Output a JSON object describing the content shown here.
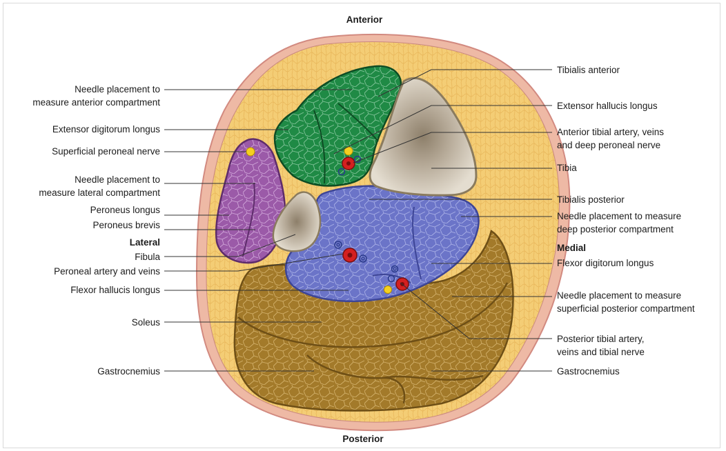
{
  "orientation": {
    "anterior": "Anterior",
    "posterior": "Posterior",
    "lateral": "Lateral",
    "medial": "Medial"
  },
  "labels_left": {
    "needle_anterior": [
      "Needle placement to",
      "measure anterior compartment"
    ],
    "extensor_digitorum_longus": "Extensor digitorum longus",
    "superficial_peroneal_nerve": "Superficial peroneal nerve",
    "needle_lateral": [
      "Needle placement to",
      "measure lateral compartment"
    ],
    "peroneus_longus": "Peroneus longus",
    "peroneus_brevis": "Peroneus brevis",
    "fibula": "Fibula",
    "peroneal_artery_veins": "Peroneal artery and veins",
    "flexor_hallucis_longus": "Flexor hallucis longus",
    "soleus": "Soleus",
    "gastrocnemius": "Gastrocnemius"
  },
  "labels_right": {
    "tibialis_anterior": "Tibialis anterior",
    "extensor_hallucis_longus": "Extensor hallucis longus",
    "anterior_tibial": [
      "Anterior tibial artery, veins",
      "and deep peroneal nerve"
    ],
    "tibia": "Tibia",
    "tibialis_posterior": "Tibialis posterior",
    "needle_deep_posterior": [
      "Needle placement to measure",
      "deep posterior compartment"
    ],
    "flexor_digitorum_longus": "Flexor digitorum longus",
    "needle_superficial_posterior": [
      "Needle placement to measure",
      "superficial posterior compartment"
    ],
    "posterior_tibial": [
      "Posterior tibial artery,",
      "veins and tibial nerve"
    ],
    "gastrocnemius": "Gastrocnemius"
  },
  "colors": {
    "skin": "#eeb9a5",
    "fat": "#f4cd75",
    "anterior_compartment": "#1f8a45",
    "lateral_compartment": "#9b5aa8",
    "deep_posterior_compartment": "#6b74c8",
    "superficial_posterior_compartment": "#a37a2a",
    "bone": "#d9d0c2",
    "artery": "#d42020",
    "nerve": "#f5d020",
    "vein": "#2a3a8a"
  }
}
